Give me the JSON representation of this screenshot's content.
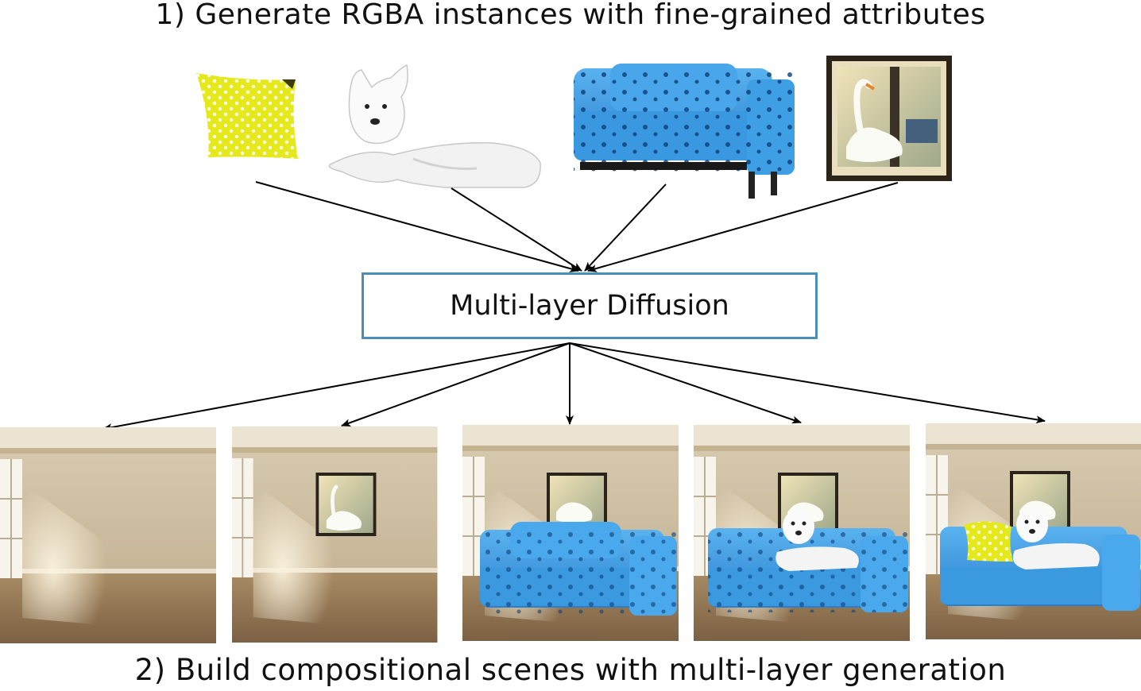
{
  "top_caption": "1) Generate RGBA instances with fine-grained attributes",
  "center_box_label": "Multi-layer Diffusion",
  "bottom_caption": "2) Build compositional scenes with multi-layer generation",
  "instances": [
    {
      "name": "yellow-polka-dot-pillow"
    },
    {
      "name": "white-dog"
    },
    {
      "name": "blue-star-sofa"
    },
    {
      "name": "swan-painting"
    }
  ],
  "scenes": [
    {
      "name": "empty-room"
    },
    {
      "name": "room-with-swan-painting"
    },
    {
      "name": "room-with-painting-and-sofa"
    },
    {
      "name": "room-with-painting-sofa-and-dog"
    },
    {
      "name": "room-with-painting-sofa-dog-and-pillow"
    }
  ],
  "colors": {
    "box_border": "#4a8db5",
    "arrow": "#000000",
    "sofa_blue": "#3d9be0",
    "pillow_yellow": "#e8ea1a"
  }
}
